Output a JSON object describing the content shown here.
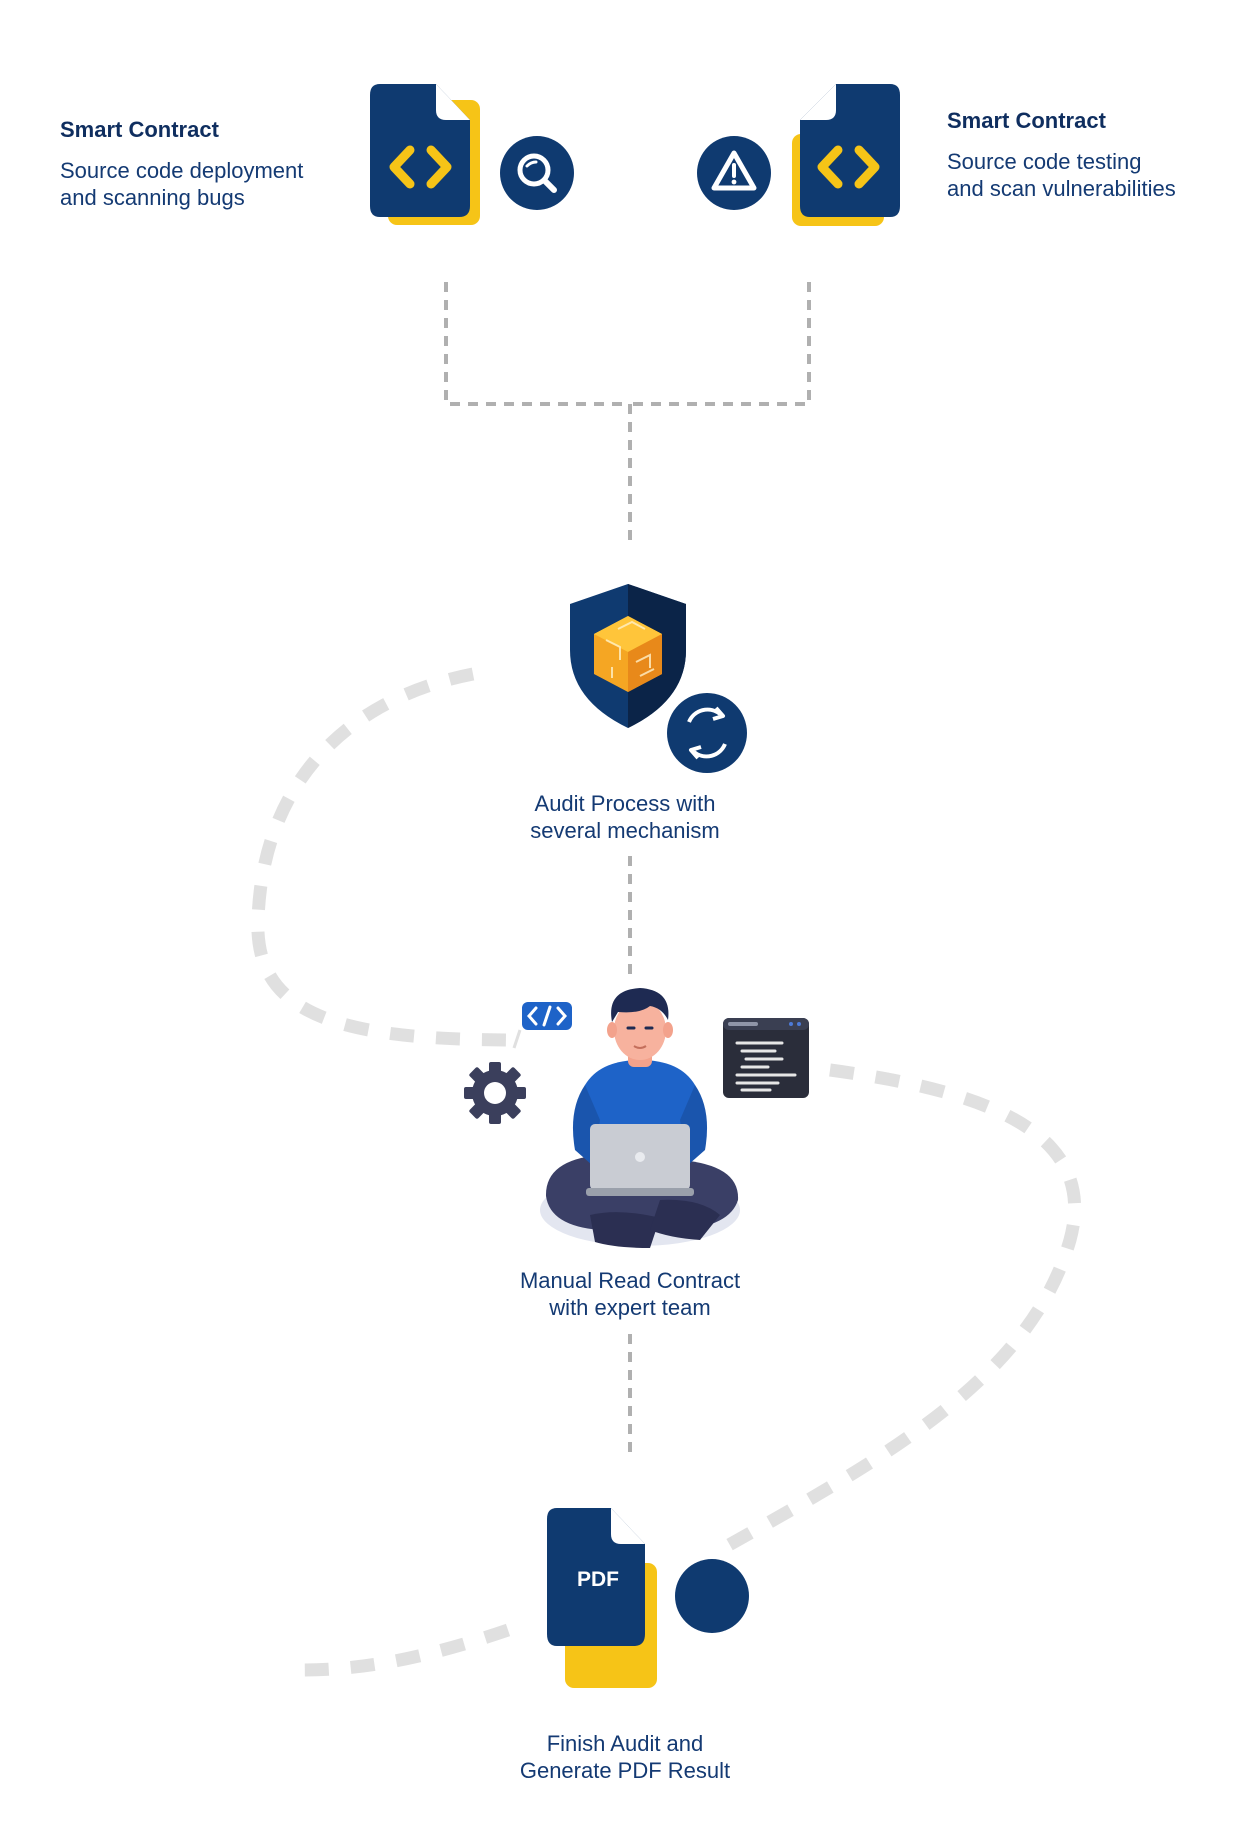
{
  "colors": {
    "navy": "#0f3a70",
    "navy_dark": "#0b2a55",
    "yellow": "#f6c417",
    "dash_gray": "#b5b5b5",
    "light_dash": "#e0e0e0",
    "text": "#143a73"
  },
  "steps": {
    "left_contract": {
      "title": "Smart Contract",
      "line1": "Source code deployment",
      "line2": "and scanning bugs",
      "icons": [
        "code-file-icon",
        "search-icon"
      ]
    },
    "right_contract": {
      "title": "Smart Contract",
      "line1": "Source code testing",
      "line2": "and scan vulnerabilities",
      "icons": [
        "warning-icon",
        "code-file-icon"
      ]
    },
    "audit": {
      "line1": "Audit Process with",
      "line2": "several mechanism",
      "icons": [
        "shield-cube-icon",
        "refresh-icon"
      ]
    },
    "manual": {
      "line1": "Manual Read Contract",
      "line2": "with expert team",
      "icons": [
        "developer-illustration",
        "code-tag-icon",
        "gear-icon",
        "terminal-icon"
      ]
    },
    "finish": {
      "file_label": "PDF",
      "line1": "Finish Audit and",
      "line2": "Generate PDF Result",
      "icons": [
        "pdf-file-icon"
      ]
    }
  }
}
